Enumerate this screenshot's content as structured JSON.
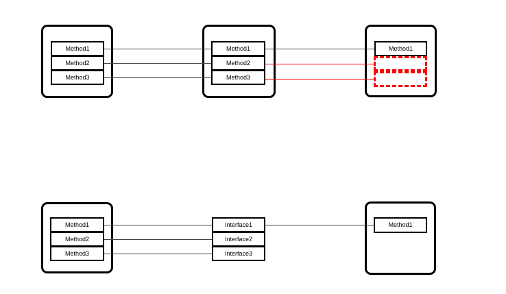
{
  "top_row": {
    "left_class": {
      "methods": [
        "Method1",
        "Method2",
        "Method3"
      ]
    },
    "middle_class": {
      "methods": [
        "Method1",
        "Method2",
        "Method3"
      ]
    },
    "right_class": {
      "methods": [
        "Method1"
      ],
      "removed_slot_count": 2
    }
  },
  "bottom_row": {
    "left_class": {
      "methods": [
        "Method1",
        "Method2",
        "Method3"
      ]
    },
    "interfaces": [
      "Interface1",
      "Interface2",
      "Interface3"
    ],
    "right_class": {
      "methods": [
        "Method1"
      ]
    }
  },
  "colors": {
    "background": "#ffffff",
    "border": "#000000",
    "connector": "#454545",
    "removed": "#ff0000"
  }
}
